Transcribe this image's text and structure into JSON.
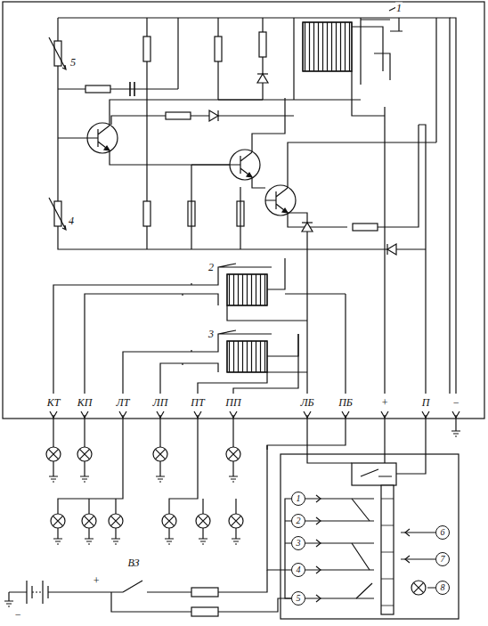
{
  "diagram": {
    "nodes": [
      {
        "text": [
          "1"
        ]
      },
      {
        "text": [
          "2"
        ]
      },
      {
        "text": [
          "3"
        ]
      },
      {
        "text": [
          "4"
        ]
      },
      {
        "text": [
          "5"
        ]
      },
      {
        "text": [
          "6"
        ]
      },
      {
        "text": [
          "7"
        ]
      },
      {
        "text": [
          "8"
        ]
      }
    ],
    "labels": [
      "1",
      "5",
      "4",
      "2",
      "3",
      "КТ",
      "КП",
      "ЛТ",
      "ЛП",
      "ПТ",
      "ПП",
      "ЛБ",
      "ПБ",
      "+",
      "П",
      "−",
      "ВЗ",
      "−",
      "+"
    ]
  }
}
